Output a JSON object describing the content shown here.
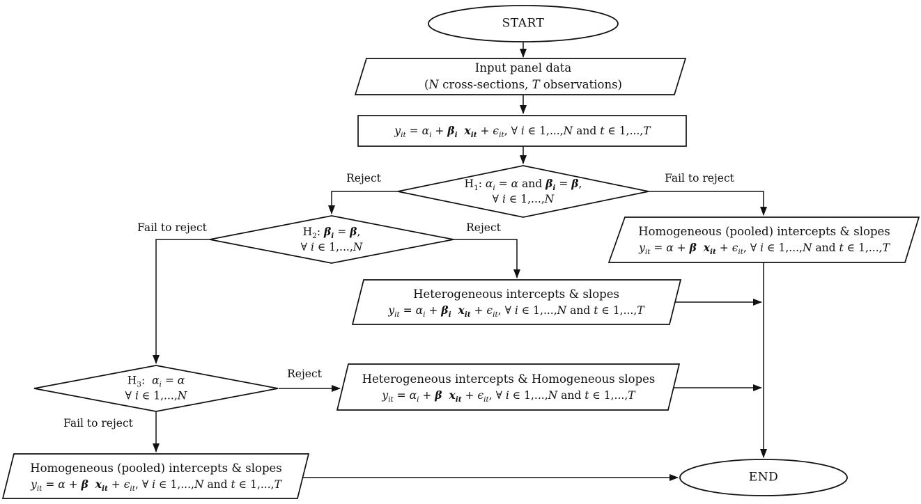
{
  "page": {
    "background": "#ffffff",
    "line_color": "#111111"
  },
  "flowchart": {
    "nodes": {
      "start": {
        "label": "START"
      },
      "input_data": {
        "line1": "Input panel data",
        "line2_html": "(<i>N</i> cross-sections, <i>T</i> observations)"
      },
      "model_equation": {
        "formula_html": "<i>y<sub>it</sub></i> = <i>&alpha;<sub>i</sub></i> + <b><i>&beta;<sub>i</sub></i></b>&nbsp; <b><i>x<sub>it</sub></i></b> + <i>&#1013;<sub>it</sub></i>, &forall; <i>i</i> &isin; 1,...,<i>N</i> and <i>t</i> &isin; 1,...,<i>T</i>"
      },
      "h1_decision": {
        "line1_html": "H<sub>1</sub>: <i>&alpha;<sub>i</sub></i> = <i>&alpha;</i> and <b><i>&beta;<sub>i</sub></i></b> = <b><i>&beta;</i></b>,",
        "line2_html": "&forall; <i>i</i> &isin; 1,...,<i>N</i>"
      },
      "h2_decision": {
        "line1_html": "H<sub>2</sub>: <b><i>&beta;<sub>i</sub></i></b> = <b><i>&beta;</i></b>,",
        "line2_html": "&forall; <i>i</i> &isin; 1,...,<i>N</i>"
      },
      "h3_decision": {
        "line1_html": "H<sub>3</sub>:&nbsp; <i>&alpha;<sub>i</sub></i> = <i>&alpha;</i>",
        "line2_html": "&forall; <i>i</i> &isin; 1,...,<i>N</i>"
      },
      "pooled_top_right": {
        "title_html": "Homogeneous (pooled) intercepts &amp; slopes",
        "formula_html": "<i>y<sub>it</sub></i> = <i>&alpha;</i> + <b><i>&beta;</i></b>&nbsp; <b><i>x<sub>it</sub></i></b> + <i>&#1013;<sub>it</sub></i>, &forall; <i>i</i> &isin; 1,...,<i>N</i> and <i>t</i> &isin; 1,...,<i>T</i>"
      },
      "heterogeneous": {
        "title_html": "Heterogeneous intercepts &amp; slopes",
        "formula_html": "<i>y<sub>it</sub></i> = <i>&alpha;<sub>i</sub></i> + <b><i>&beta;<sub>i</sub></i></b>&nbsp; <b><i>x<sub>it</sub></i></b> + <i>&#1013;<sub>it</sub></i>, &forall; <i>i</i> &isin; 1,...,<i>N</i> and <i>t</i> &isin; 1,...,<i>T</i>"
      },
      "het_intercepts_homo_slopes": {
        "title_html": "Heterogeneous intercepts &amp; Homogeneous slopes",
        "formula_html": "<i>y<sub>it</sub></i> = <i>&alpha;<sub>i</sub></i> + <b><i>&beta;</i></b>&nbsp; <b><i>x<sub>it</sub></i></b> + <i>&#1013;<sub>it</sub></i>, &forall; <i>i</i> &isin; 1,...,<i>N</i> and <i>t</i> &isin; 1,...,<i>T</i>"
      },
      "pooled_bottom_left": {
        "title_html": "Homogeneous (pooled) intercepts &amp; slopes",
        "formula_html": "<i>y<sub>it</sub></i> = <i>&alpha;</i> + <b><i>&beta;</i></b>&nbsp; <b><i>x<sub>it</sub></i></b> + <i>&#1013;<sub>it</sub></i>, &forall; <i>i</i> &isin; 1,...,<i>N</i> and <i>t</i> &isin; 1,...,<i>T</i>"
      },
      "end": {
        "label": "END"
      }
    },
    "edge_labels": {
      "h1_reject": "Reject",
      "h1_fail_to_reject": "Fail to reject",
      "h2_reject": "Reject",
      "h2_fail_to_reject": "Fail to reject",
      "h3_reject": "Reject",
      "h3_fail_to_reject": "Fail to reject"
    }
  }
}
